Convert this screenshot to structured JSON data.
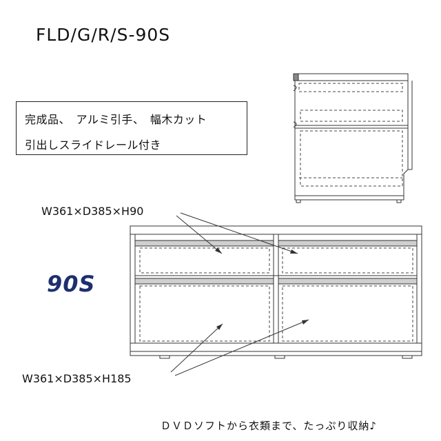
{
  "title": "FLD/G/R/S-90S",
  "features": {
    "line1": "完成品、　アルミ引手、　幅木カット",
    "line2": "引出しスライドレール付き"
  },
  "dimensions": {
    "upper_drawer": "W361×D385×H90",
    "lower_drawer": "W361×D385×H185"
  },
  "model_label": "90S",
  "footer_note": "ＤＶＤソフトから衣類まで、たっぷり収納♪",
  "colors": {
    "model_label": "#1d2f6e",
    "line": "#333333"
  }
}
